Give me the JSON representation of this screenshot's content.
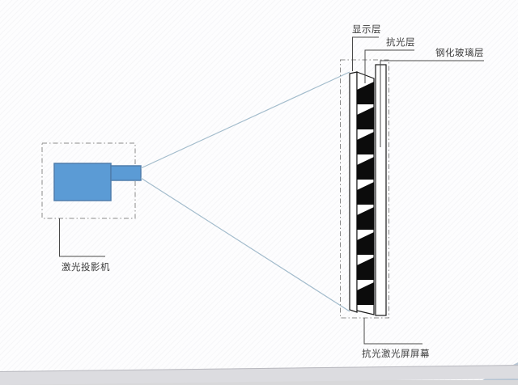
{
  "labels": {
    "projector": "激光投影机",
    "display_layer": "显示层",
    "anti_light_layer": "抗光层",
    "tempered_glass_layer": "钢化玻璃层",
    "screen": "抗光激光屏屏幕"
  },
  "colors": {
    "projector_fill": "#5b9bd5",
    "projector_stroke": "#4f7dab",
    "beam": "#a3bccc",
    "leader_line": "#4a4a4a",
    "dashed_box": "#8a8a8a",
    "layer_outline": "#1a1a1a",
    "tooth_black": "#0c0c0c",
    "corner_accent": "#b7c5d3",
    "bottom_band": "#dcdce0",
    "background": "#fdfdfe"
  },
  "screen": {
    "teeth_count": 9
  }
}
